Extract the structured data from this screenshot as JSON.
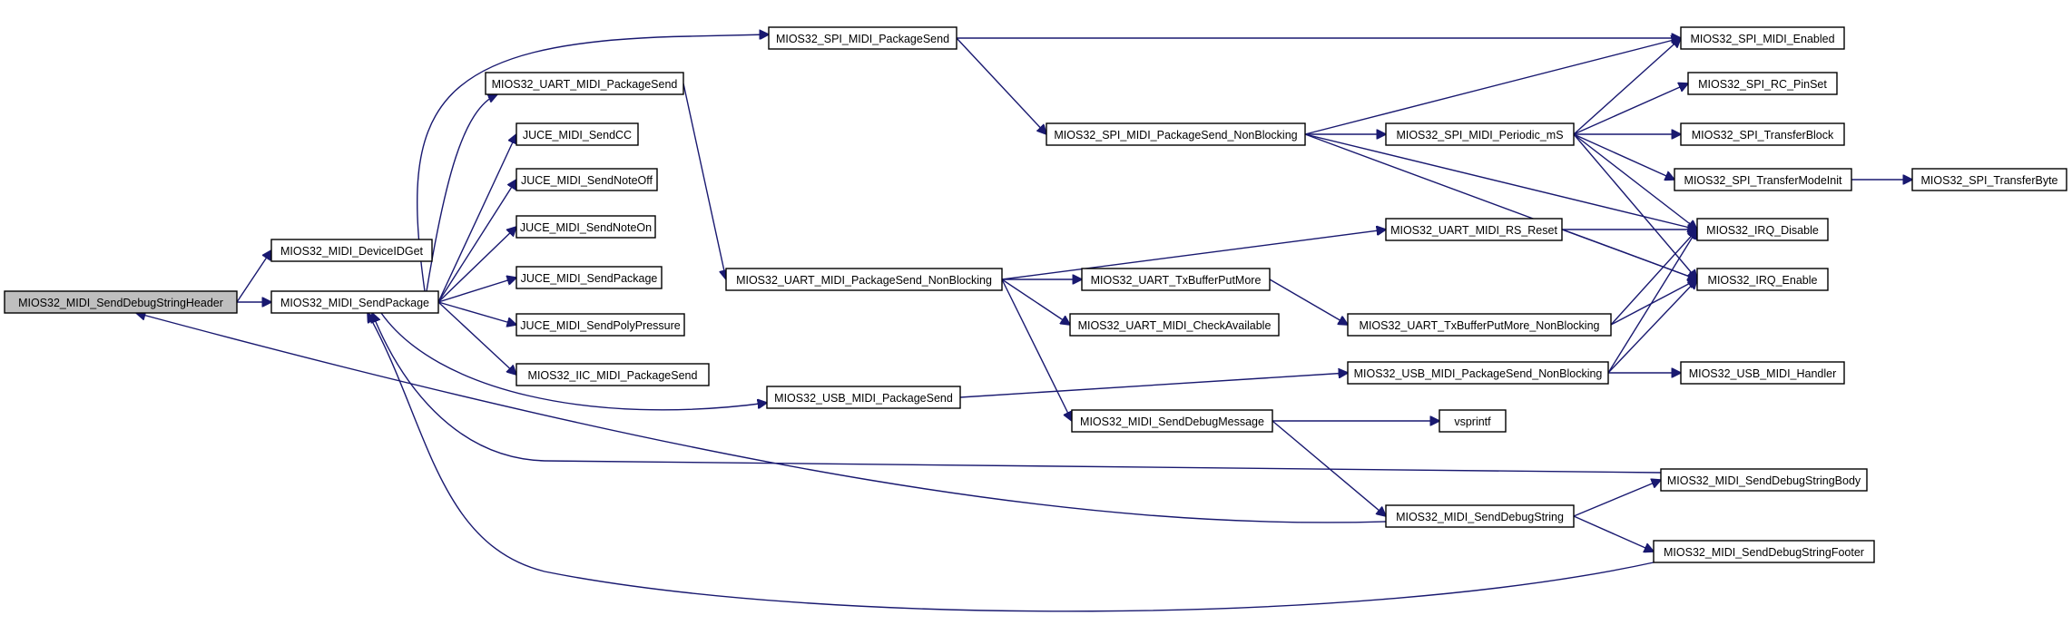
{
  "nodes": [
    {
      "id": "root",
      "label": "MIOS32_MIDI_SendDebugStringHeader",
      "root": true
    },
    {
      "id": "deviceid",
      "label": "MIOS32_MIDI_DeviceIDGet"
    },
    {
      "id": "sendpkg",
      "label": "MIOS32_MIDI_SendPackage"
    },
    {
      "id": "spisend",
      "label": "MIOS32_SPI_MIDI_PackageSend"
    },
    {
      "id": "uartsend",
      "label": "MIOS32_UART_MIDI_PackageSend"
    },
    {
      "id": "jcc",
      "label": "JUCE_MIDI_SendCC"
    },
    {
      "id": "jnoteoff",
      "label": "JUCE_MIDI_SendNoteOff"
    },
    {
      "id": "jnoteon",
      "label": "JUCE_MIDI_SendNoteOn"
    },
    {
      "id": "jpkg",
      "label": "JUCE_MIDI_SendPackage"
    },
    {
      "id": "jpoly",
      "label": "JUCE_MIDI_SendPolyPressure"
    },
    {
      "id": "iicsend",
      "label": "MIOS32_IIC_MIDI_PackageSend"
    },
    {
      "id": "usbsend",
      "label": "MIOS32_USB_MIDI_PackageSend"
    },
    {
      "id": "uartnb",
      "label": "MIOS32_UART_MIDI_PackageSend_NonBlocking"
    },
    {
      "id": "spinb",
      "label": "MIOS32_SPI_MIDI_PackageSend_NonBlocking"
    },
    {
      "id": "uarttx",
      "label": "MIOS32_UART_TxBufferPutMore"
    },
    {
      "id": "uartcheck",
      "label": "MIOS32_UART_MIDI_CheckAvailable"
    },
    {
      "id": "debugmsg",
      "label": "MIOS32_MIDI_SendDebugMessage"
    },
    {
      "id": "spiperiodic",
      "label": "MIOS32_SPI_MIDI_Periodic_mS"
    },
    {
      "id": "uartrs",
      "label": "MIOS32_UART_MIDI_RS_Reset"
    },
    {
      "id": "uarttxnb",
      "label": "MIOS32_UART_TxBufferPutMore_NonBlocking"
    },
    {
      "id": "usbnb",
      "label": "MIOS32_USB_MIDI_PackageSend_NonBlocking"
    },
    {
      "id": "vsprintf",
      "label": "vsprintf"
    },
    {
      "id": "debugstr",
      "label": "MIOS32_MIDI_SendDebugString"
    },
    {
      "id": "spienabled",
      "label": "MIOS32_SPI_MIDI_Enabled"
    },
    {
      "id": "spircpin",
      "label": "MIOS32_SPI_RC_PinSet"
    },
    {
      "id": "spitransfer",
      "label": "MIOS32_SPI_TransferBlock"
    },
    {
      "id": "spimodeinit",
      "label": "MIOS32_SPI_TransferModeInit"
    },
    {
      "id": "irqdisable",
      "label": "MIOS32_IRQ_Disable"
    },
    {
      "id": "irqenable",
      "label": "MIOS32_IRQ_Enable"
    },
    {
      "id": "usbhandler",
      "label": "MIOS32_USB_MIDI_Handler"
    },
    {
      "id": "debugbody",
      "label": "MIOS32_MIDI_SendDebugStringBody"
    },
    {
      "id": "debugfooter",
      "label": "MIOS32_MIDI_SendDebugStringFooter"
    },
    {
      "id": "spibyte",
      "label": "MIOS32_SPI_TransferByte"
    }
  ],
  "edges": [
    {
      "from": "root",
      "to": "deviceid"
    },
    {
      "from": "root",
      "to": "sendpkg"
    },
    {
      "from": "sendpkg",
      "to": "spisend"
    },
    {
      "from": "sendpkg",
      "to": "uartsend"
    },
    {
      "from": "sendpkg",
      "to": "jcc"
    },
    {
      "from": "sendpkg",
      "to": "jnoteoff"
    },
    {
      "from": "sendpkg",
      "to": "jnoteon"
    },
    {
      "from": "sendpkg",
      "to": "jpkg"
    },
    {
      "from": "sendpkg",
      "to": "jpoly"
    },
    {
      "from": "sendpkg",
      "to": "iicsend"
    },
    {
      "from": "sendpkg",
      "to": "usbsend"
    },
    {
      "from": "spisend",
      "to": "spienabled"
    },
    {
      "from": "spisend",
      "to": "spinb"
    },
    {
      "from": "uartsend",
      "to": "uartnb"
    },
    {
      "from": "spinb",
      "to": "spienabled"
    },
    {
      "from": "spinb",
      "to": "spiperiodic"
    },
    {
      "from": "spinb",
      "to": "irqdisable"
    },
    {
      "from": "spinb",
      "to": "irqenable"
    },
    {
      "from": "spiperiodic",
      "to": "spienabled"
    },
    {
      "from": "spiperiodic",
      "to": "spircpin"
    },
    {
      "from": "spiperiodic",
      "to": "spitransfer"
    },
    {
      "from": "spiperiodic",
      "to": "spimodeinit"
    },
    {
      "from": "spiperiodic",
      "to": "irqdisable"
    },
    {
      "from": "spiperiodic",
      "to": "irqenable"
    },
    {
      "from": "spimodeinit",
      "to": "spibyte"
    },
    {
      "from": "uartnb",
      "to": "uartrs"
    },
    {
      "from": "uartnb",
      "to": "uarttx"
    },
    {
      "from": "uartnb",
      "to": "uartcheck"
    },
    {
      "from": "uartnb",
      "to": "debugmsg"
    },
    {
      "from": "uartrs",
      "to": "irqdisable"
    },
    {
      "from": "uartrs",
      "to": "irqenable"
    },
    {
      "from": "uarttx",
      "to": "uarttxnb"
    },
    {
      "from": "uarttxnb",
      "to": "irqdisable"
    },
    {
      "from": "uarttxnb",
      "to": "irqenable"
    },
    {
      "from": "usbsend",
      "to": "usbnb"
    },
    {
      "from": "usbnb",
      "to": "usbhandler"
    },
    {
      "from": "usbnb",
      "to": "irqdisable"
    },
    {
      "from": "usbnb",
      "to": "irqenable"
    },
    {
      "from": "debugmsg",
      "to": "vsprintf"
    },
    {
      "from": "debugmsg",
      "to": "debugstr"
    },
    {
      "from": "debugstr",
      "to": "debugbody"
    },
    {
      "from": "debugstr",
      "to": "debugfooter"
    },
    {
      "from": "debugstr",
      "to": "root"
    },
    {
      "from": "debugbody",
      "to": "sendpkg"
    },
    {
      "from": "debugfooter",
      "to": "sendpkg"
    }
  ],
  "colors": {
    "edge": "#191970",
    "root_fill": "#bfbfbf",
    "node_fill": "#ffffff",
    "node_border": "#000000"
  }
}
